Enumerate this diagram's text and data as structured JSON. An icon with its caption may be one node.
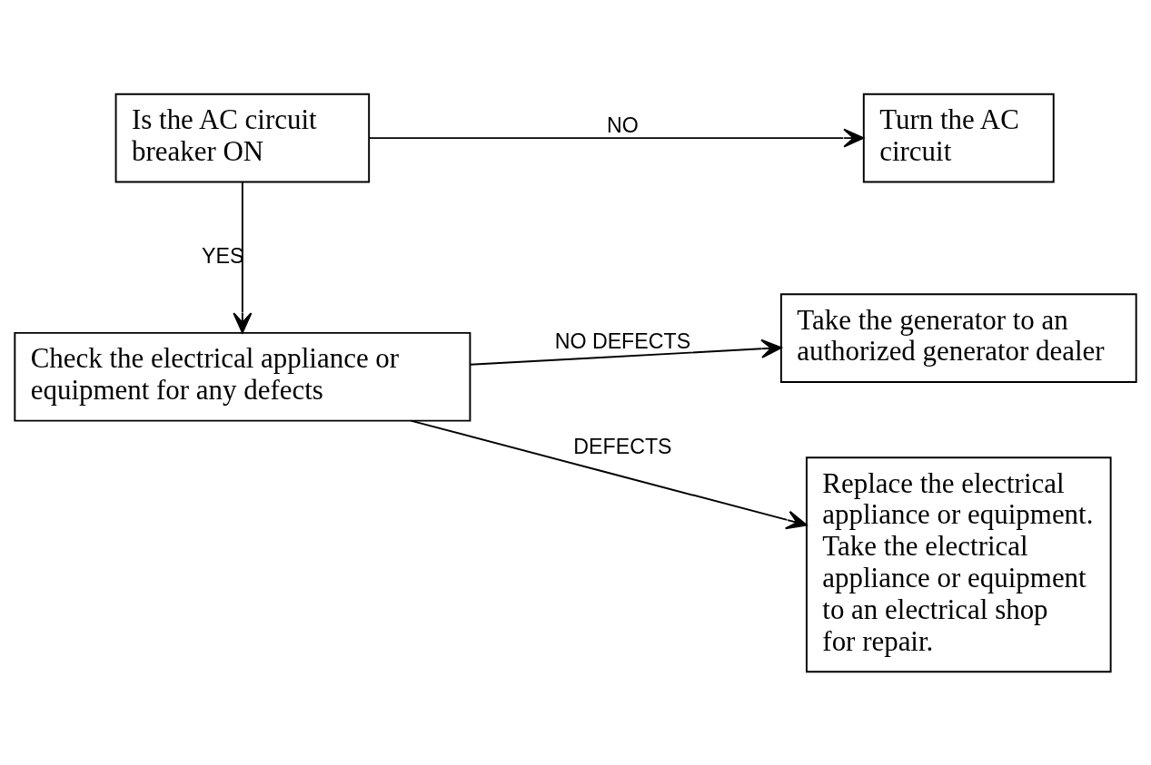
{
  "diagram": {
    "nodes": [
      {
        "text": [
          "Is the AC circuit breaker ON"
        ]
      },
      {
        "text": [
          "Turn the AC circuit"
        ]
      },
      {
        "text": [
          "Check the electrical appliance or equipment for any defects"
        ]
      },
      {
        "text": [
          "Take the generator to an authorized generator dealer"
        ]
      },
      {
        "text": [
          "Replace the electrical appliance or equipment. Take the electrical appliance or equipment to an electrical shop for repair."
        ]
      }
    ],
    "edges": [
      {
        "from": 0,
        "to": 1,
        "arrow": "to",
        "label": "NO"
      },
      {
        "from": 0,
        "to": 2,
        "arrow": "to",
        "label": "YES"
      },
      {
        "from": 2,
        "to": 3,
        "arrow": "to",
        "label": "NO DEFECTS"
      },
      {
        "from": 2,
        "to": 4,
        "arrow": "to",
        "label": "DEFECTS"
      }
    ]
  }
}
